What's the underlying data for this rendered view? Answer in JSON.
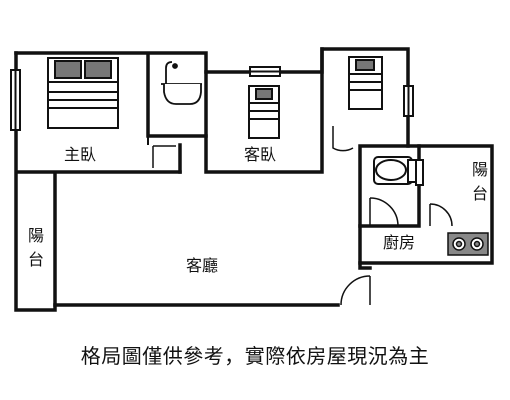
{
  "rooms": {
    "master_bedroom": "主臥",
    "guest_bedroom": "客臥",
    "living_room": "客廳",
    "kitchen": "廚房",
    "balcony_left": "陽台",
    "balcony_right": "陽台"
  },
  "disclaimer": "格局圖僅供參考，實際依房屋現況為主",
  "icons": [
    "bed-icon",
    "bathtub-icon",
    "toilet-icon",
    "stove-icon",
    "door-swing-icon",
    "window-icon"
  ]
}
